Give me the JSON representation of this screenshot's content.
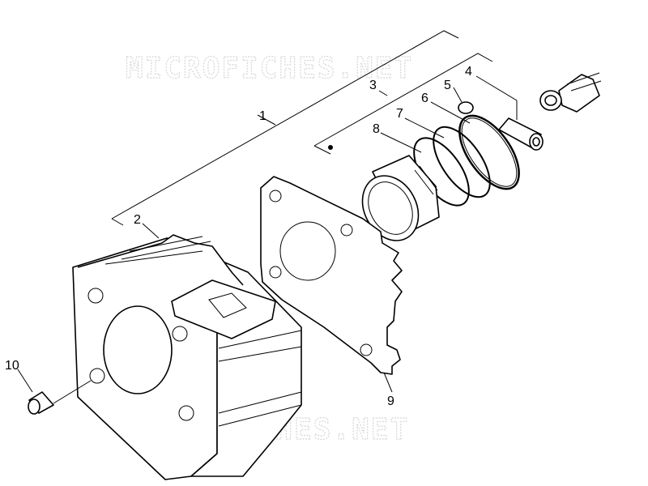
{
  "watermark": {
    "text": "MICROFICHES.NET"
  },
  "callouts": {
    "c1": "1",
    "c2": "2",
    "c3": "3",
    "c4": "4",
    "c5": "5",
    "c6": "6",
    "c7": "7",
    "c8": "8",
    "c9": "9",
    "c10": "10"
  },
  "colors": {
    "line": "#000000",
    "watermark": "#d6d6d6",
    "background": "#ffffff"
  }
}
